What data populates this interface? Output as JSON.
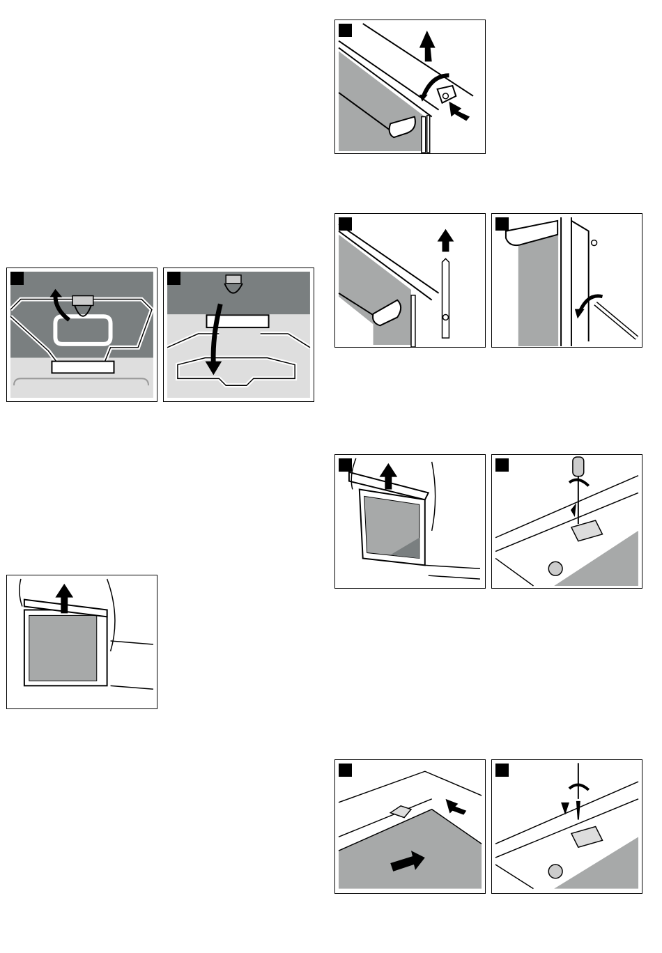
{
  "colors": {
    "frame": "#000000",
    "dark_gray": "#7a7f80",
    "mid_gray": "#a7a9a9",
    "light_gray": "#dedede",
    "marker": "#000000"
  },
  "figures": [
    {
      "id": "fig-1",
      "subject": "door-top-hinge-release"
    },
    {
      "id": "fig-2",
      "subject": "shelf-rail-unhook"
    },
    {
      "id": "fig-3",
      "subject": "shelf-rail-hook-in"
    },
    {
      "id": "fig-4",
      "subject": "door-hinge-lift"
    },
    {
      "id": "fig-5",
      "subject": "door-screw-loosen"
    },
    {
      "id": "fig-6",
      "subject": "door-remove"
    },
    {
      "id": "fig-7",
      "subject": "hinge-screw-remove"
    },
    {
      "id": "fig-8",
      "subject": "door-glass-lift"
    },
    {
      "id": "fig-9",
      "subject": "hinge-slide-in"
    },
    {
      "id": "fig-10",
      "subject": "hinge-screw-fasten"
    }
  ]
}
